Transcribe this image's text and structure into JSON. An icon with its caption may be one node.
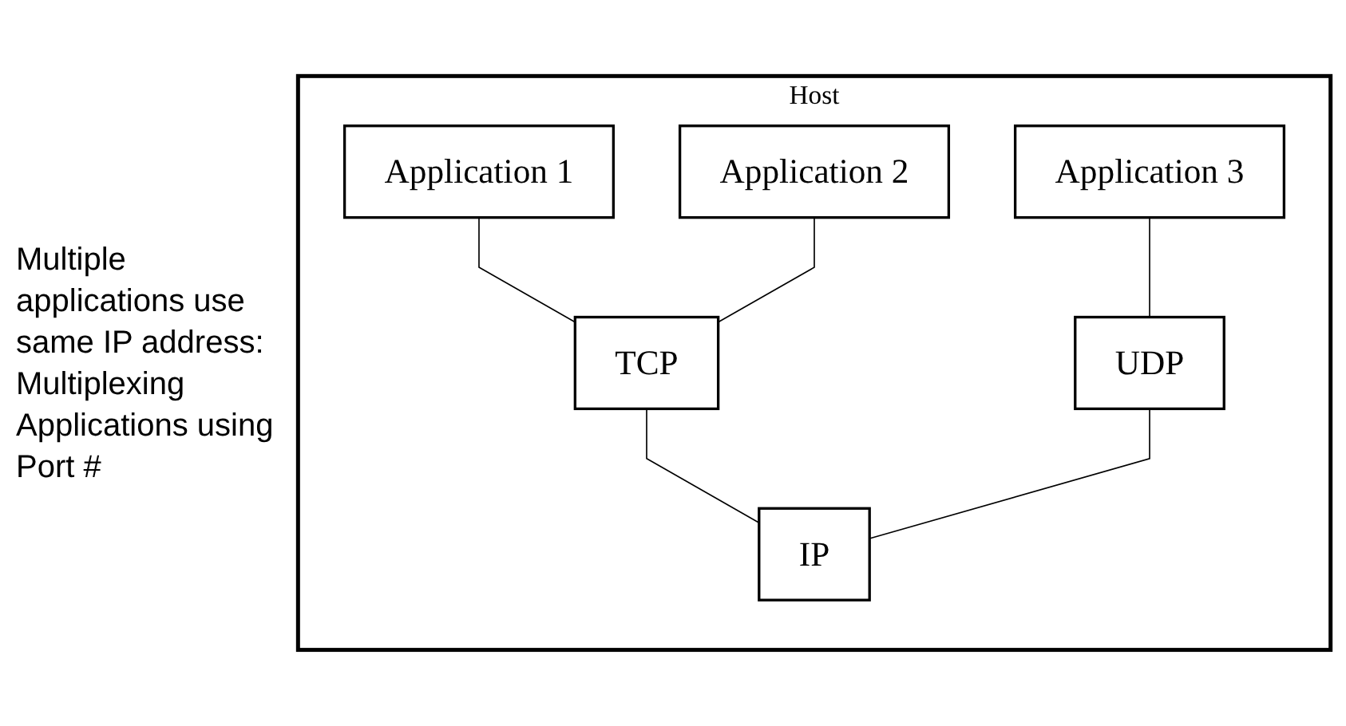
{
  "diagram": {
    "nodes": [
      {
        "text": [
          "Host"
        ]
      },
      {
        "text": [
          "Application 1"
        ],
        "in": 0
      },
      {
        "text": [
          "Application 2"
        ],
        "in": 0
      },
      {
        "text": [
          "Application 3"
        ],
        "in": 0
      },
      {
        "text": [
          "TCP"
        ],
        "in": 0
      },
      {
        "text": [
          "UDP"
        ],
        "in": 0
      },
      {
        "text": [
          "IP"
        ],
        "in": 0
      }
    ],
    "edges": [
      {
        "from": 1,
        "to": 4,
        "arrow": "none"
      },
      {
        "from": 2,
        "to": 4,
        "arrow": "none"
      },
      {
        "from": 3,
        "to": 5,
        "arrow": "none"
      },
      {
        "from": 4,
        "to": 6,
        "arrow": "none"
      },
      {
        "from": 5,
        "to": 6,
        "arrow": "none"
      }
    ],
    "labels": [
      "Multiple applications use same IP address: Multiplexing Applications using Port #"
    ]
  }
}
